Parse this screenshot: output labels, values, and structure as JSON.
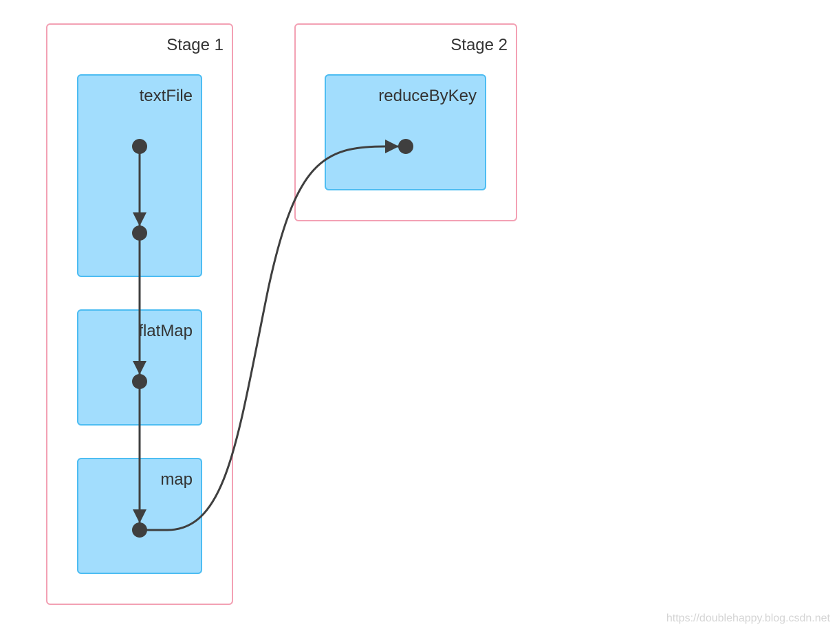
{
  "stages": [
    {
      "title": "Stage 1"
    },
    {
      "title": "Stage 2"
    }
  ],
  "operations": [
    {
      "label": "textFile"
    },
    {
      "label": "flatMap"
    },
    {
      "label": "map"
    },
    {
      "label": "reduceByKey"
    }
  ],
  "watermark": "https://doublehappy.blog.csdn.net",
  "colors": {
    "stage_border": "#f3a1b4",
    "operation_fill": "#a2ddfd",
    "operation_border": "#4ebdf2",
    "edge": "#3f3f3f"
  }
}
